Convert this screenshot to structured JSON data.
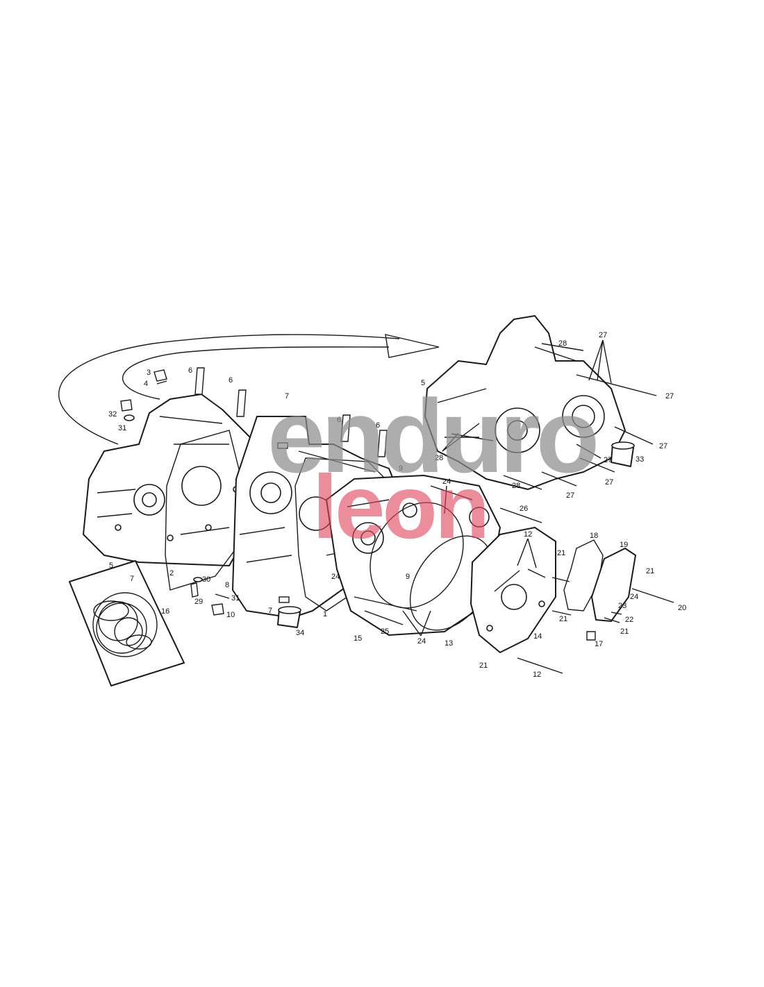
{
  "watermark": {
    "line1": "enduro",
    "line2": "leon",
    "grey": "#8e8e8e",
    "red": "#e0475d"
  },
  "labels": [
    {
      "id": "l3",
      "text": "3"
    },
    {
      "id": "l4",
      "text": "4"
    },
    {
      "id": "l6a",
      "text": "6"
    },
    {
      "id": "l6b",
      "text": "6"
    },
    {
      "id": "l6c",
      "text": "6"
    },
    {
      "id": "l6d",
      "text": "6"
    },
    {
      "id": "l7a",
      "text": "7"
    },
    {
      "id": "l7b",
      "text": "7"
    },
    {
      "id": "l7c",
      "text": "7"
    },
    {
      "id": "l32",
      "text": "32"
    },
    {
      "id": "l31a",
      "text": "31"
    },
    {
      "id": "l31b",
      "text": "31"
    },
    {
      "id": "l5a",
      "text": "5"
    },
    {
      "id": "l5b",
      "text": "5"
    },
    {
      "id": "l2",
      "text": "2"
    },
    {
      "id": "l8",
      "text": "8"
    },
    {
      "id": "l1",
      "text": "1"
    },
    {
      "id": "l30",
      "text": "30"
    },
    {
      "id": "l29",
      "text": "29"
    },
    {
      "id": "l10",
      "text": "10"
    },
    {
      "id": "l16",
      "text": "16"
    },
    {
      "id": "l34",
      "text": "34"
    },
    {
      "id": "l9a",
      "text": "9"
    },
    {
      "id": "l9b",
      "text": "9"
    },
    {
      "id": "l24a",
      "text": "24"
    },
    {
      "id": "l24b",
      "text": "24"
    },
    {
      "id": "l24c",
      "text": "24"
    },
    {
      "id": "l24d",
      "text": "24"
    },
    {
      "id": "l15",
      "text": "15"
    },
    {
      "id": "l25",
      "text": "25"
    },
    {
      "id": "l13",
      "text": "13"
    },
    {
      "id": "l12a",
      "text": "12"
    },
    {
      "id": "l12b",
      "text": "12"
    },
    {
      "id": "l14",
      "text": "14"
    },
    {
      "id": "l21a",
      "text": "21"
    },
    {
      "id": "l21b",
      "text": "21"
    },
    {
      "id": "l21c",
      "text": "21"
    },
    {
      "id": "l21d",
      "text": "21"
    },
    {
      "id": "l21e",
      "text": "21"
    },
    {
      "id": "l26",
      "text": "26"
    },
    {
      "id": "l18",
      "text": "18"
    },
    {
      "id": "l19",
      "text": "19"
    },
    {
      "id": "l20",
      "text": "20"
    },
    {
      "id": "l22",
      "text": "22"
    },
    {
      "id": "l23",
      "text": "23"
    },
    {
      "id": "l17",
      "text": "17"
    },
    {
      "id": "l27a",
      "text": "27"
    },
    {
      "id": "l27b",
      "text": "27"
    },
    {
      "id": "l27c",
      "text": "27"
    },
    {
      "id": "l27d",
      "text": "27"
    },
    {
      "id": "l27e",
      "text": "27"
    },
    {
      "id": "l27f",
      "text": "27"
    },
    {
      "id": "l28a",
      "text": "28"
    },
    {
      "id": "l28b",
      "text": "28"
    },
    {
      "id": "l28c",
      "text": "28"
    },
    {
      "id": "l33",
      "text": "33"
    }
  ]
}
